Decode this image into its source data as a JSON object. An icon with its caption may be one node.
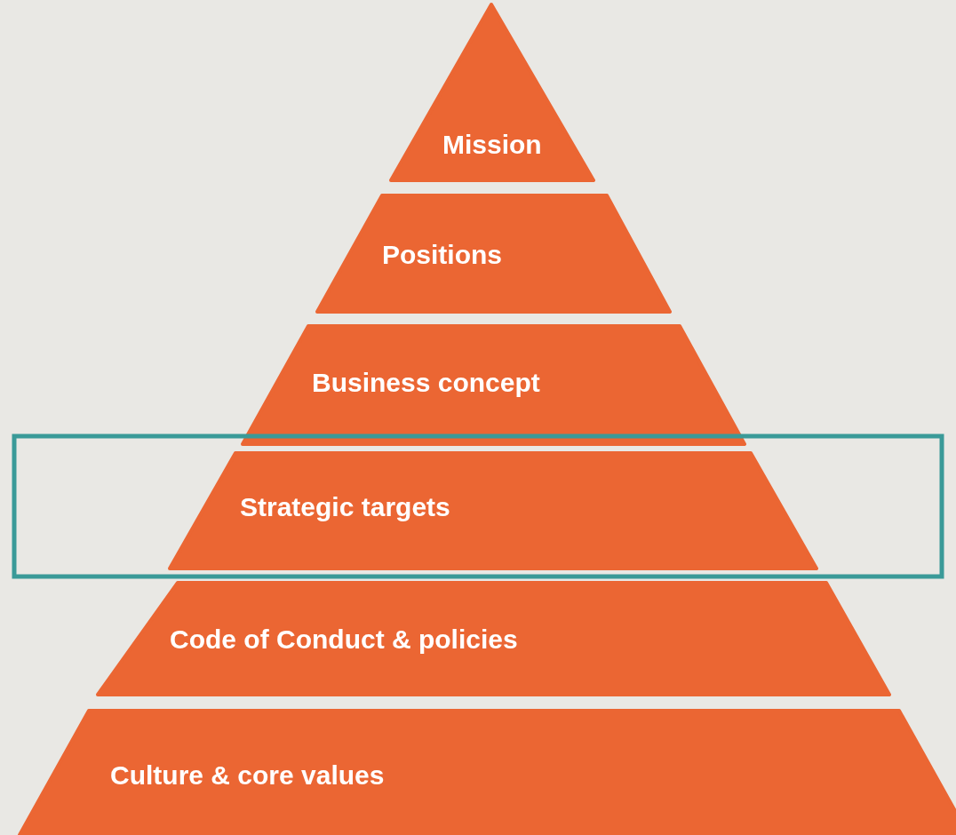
{
  "diagram": {
    "nodes": [
      {
        "text": [
          "Mission"
        ]
      },
      {
        "text": [
          "Positions"
        ]
      },
      {
        "text": [
          "Business concept"
        ]
      },
      {
        "text": [
          "Strategic targets"
        ]
      },
      {
        "text": [
          "Code of Conduct & policies"
        ]
      },
      {
        "text": [
          "Culture & core values"
        ]
      }
    ]
  }
}
